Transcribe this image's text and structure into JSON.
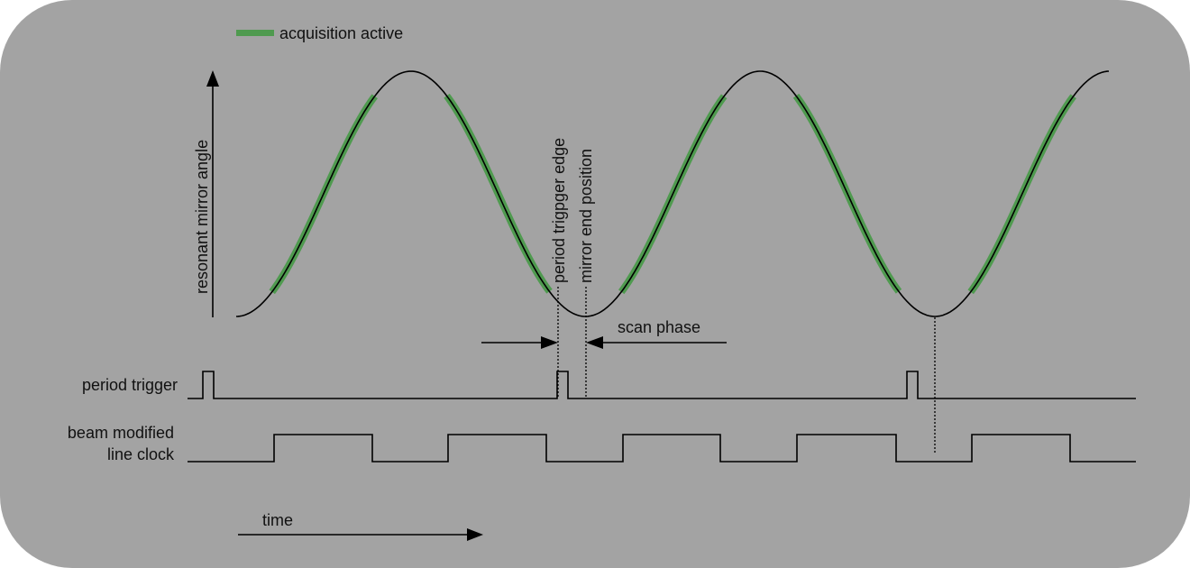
{
  "legend": {
    "label": "acquisition active",
    "color": "#4f9a4f"
  },
  "axes": {
    "y_label": "resonant mirror angle",
    "x_label": "time"
  },
  "annotations": {
    "period_trigger_edge": "period trigpger edge",
    "mirror_end_position": "mirror end position",
    "scan_phase": "scan phase"
  },
  "signals": {
    "period_trigger": "period trigger",
    "line_clock_line1": "beam modified",
    "line_clock_line2": "line clock"
  },
  "colors": {
    "background": "#a3a3a3",
    "stroke": "#000000",
    "acquisition": "#4f9a4f"
  },
  "chart_data": {
    "type": "line",
    "title": "",
    "xlabel": "time",
    "ylabel": "resonant mirror angle",
    "waveform": "sinusoid (resonant mirror), 2.5 periods, starting at trough",
    "acquisition_segments": "central ~60% of each rising and falling slope",
    "period_trigger_pulses_x": [
      225,
      618,
      1006
    ],
    "line_clock_transitions_x": [
      304,
      413,
      497,
      606,
      691,
      799,
      884,
      994,
      1078,
      1187
    ]
  }
}
